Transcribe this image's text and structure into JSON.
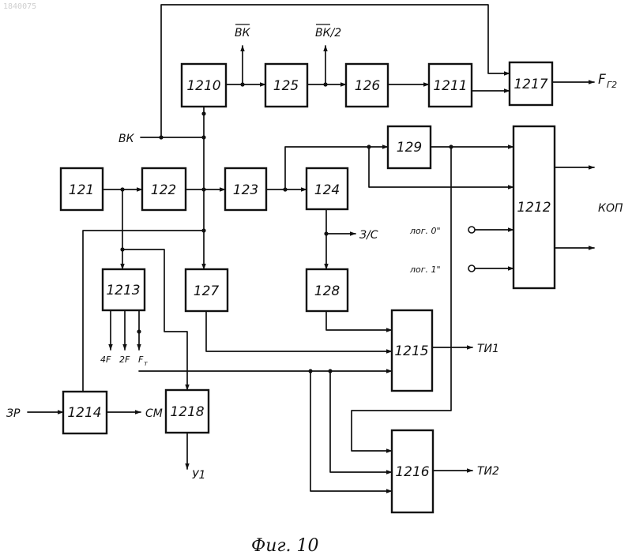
{
  "sticker": "1840075",
  "caption": "Фиг. 10",
  "blocks": {
    "b121": "121",
    "b122": "122",
    "b123": "123",
    "b124": "124",
    "b125": "125",
    "b126": "126",
    "b127": "127",
    "b128": "128",
    "b129": "129",
    "b1210": "1210",
    "b1211": "1211",
    "b1212": "1212",
    "b1213": "1213",
    "b1214": "1214",
    "b1215": "1215",
    "b1216": "1216",
    "b1217": "1217",
    "b1218": "1218"
  },
  "signals": {
    "vk_bar": "ВК",
    "vk_bar_half": "ВК/2",
    "vk_in": "ВК",
    "f_out": "F",
    "f_out_sub": "Г2",
    "kop": "КОП",
    "zc": "З/С",
    "log0": "лог. 0\"",
    "log1": "лог. 1\"",
    "zr": "ЗР",
    "sm": "СМ",
    "ti1": "ТИ1",
    "ti2": "ТИ2",
    "u1": "У1",
    "out_4f": "4F",
    "out_2f": "2F",
    "out_ft": "F",
    "f_sub": "т"
  }
}
